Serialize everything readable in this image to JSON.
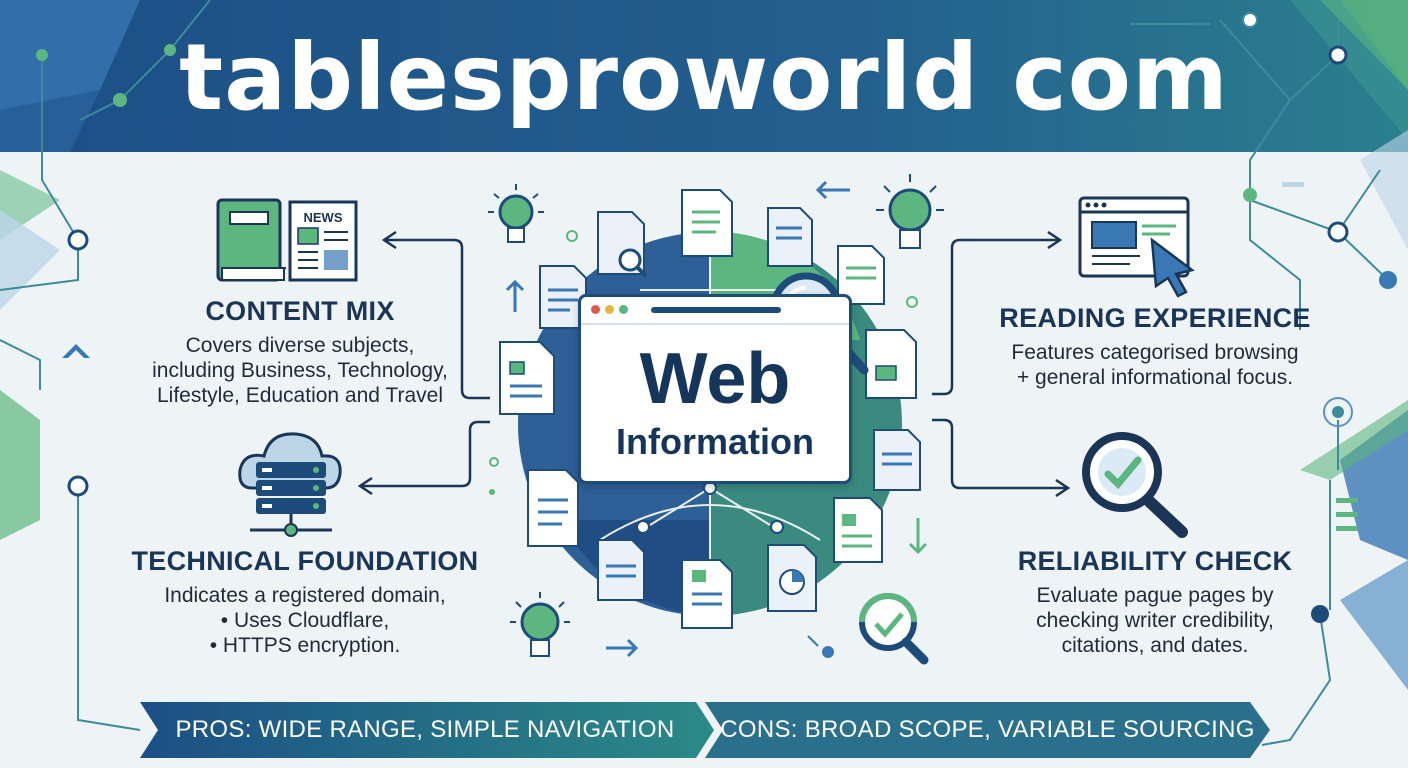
{
  "title": "tablesproworld com",
  "center": {
    "line1": "Web",
    "line2": "Information"
  },
  "icons": {
    "news_label": "NEWS"
  },
  "blocks": {
    "content_mix": {
      "heading": "CONTENT MIX",
      "lines": [
        "Covers diverse subjects,",
        "including Business, Technology,",
        "Lifestyle, Education and Travel"
      ]
    },
    "technical": {
      "heading": "TECHNICAL FOUNDATION",
      "lines": [
        "Indicates a registered domain,",
        "• Uses Cloudflare,",
        "• HTTPS encryption."
      ]
    },
    "reading": {
      "heading": "READING EXPERIENCE",
      "lines": [
        "Features categorised browsing",
        "+ general informational focus."
      ]
    },
    "reliability": {
      "heading": "RELIABILITY CHECK",
      "lines": [
        "Evaluate pague pages by",
        "checking writer credibility,",
        "citations, and dates."
      ]
    }
  },
  "banners": {
    "pros": "PROS: WIDE RANGE, SIMPLE NAVIGATION",
    "cons": "CONS: BROAD SCOPE, VARIABLE SOURCING"
  },
  "colors": {
    "navy": "#1d4b7a",
    "teal": "#2f7f93",
    "green": "#5cb67f",
    "light_blue": "#bcd6e8",
    "background": "#eef3f6"
  }
}
